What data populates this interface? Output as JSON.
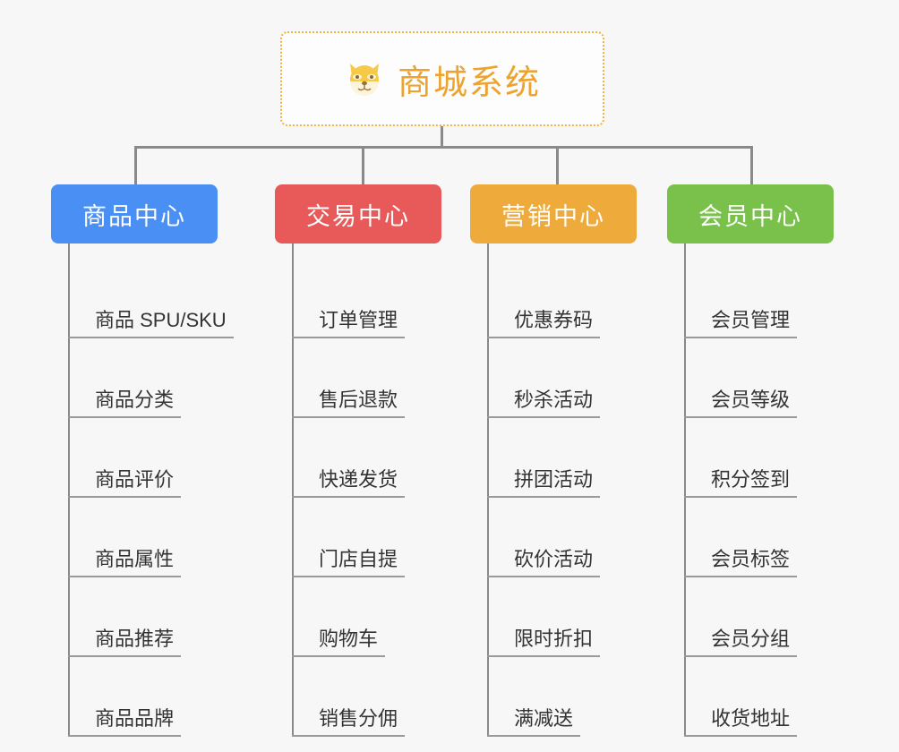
{
  "root": {
    "title": "商城系统",
    "icon": "shiba-dog-icon",
    "emoji": "🐶",
    "border_color": "#f0b03c",
    "text_color": "#eda32f"
  },
  "canvas": {
    "background_color": "#f7f7f7",
    "connector_color": "#8a8a8a"
  },
  "columns": [
    {
      "label": "商品中心",
      "color": "#4a90f4",
      "items": [
        "商品 SPU/SKU",
        "商品分类",
        "商品评价",
        "商品属性",
        "商品推荐",
        "商品品牌"
      ]
    },
    {
      "label": "交易中心",
      "color": "#e8595a",
      "items": [
        "订单管理",
        "售后退款",
        "快递发货",
        "门店自提",
        "购物车",
        "销售分佣"
      ]
    },
    {
      "label": "营销中心",
      "color": "#eeab3c",
      "items": [
        "优惠券码",
        "秒杀活动",
        "拼团活动",
        "砍价活动",
        "限时折扣",
        "满减送"
      ]
    },
    {
      "label": "会员中心",
      "color": "#79c14a",
      "items": [
        "会员管理",
        "会员等级",
        "积分签到",
        "会员标签",
        "会员分组",
        "收货地址"
      ]
    }
  ]
}
